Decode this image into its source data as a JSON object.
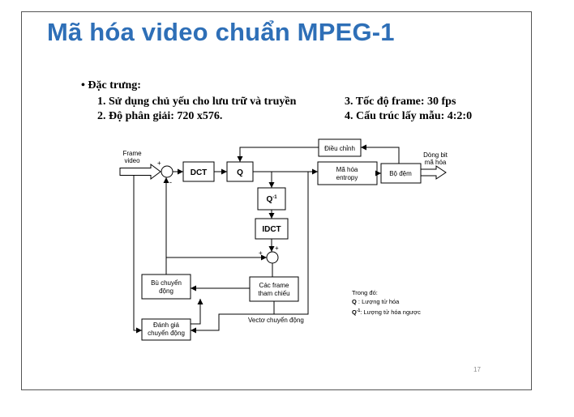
{
  "slide": {
    "title": "Mã hóa video chuẩn MPEG-1",
    "title_color": "#2e6fb7",
    "features": {
      "bullet": "•",
      "heading": "Đặc trưng:",
      "item1": "1. Sử dụng chủ yếu cho lưu trữ và truyền",
      "item2": "2. Độ phân giải: 720 x576.",
      "item3": "3. Tốc độ frame: 30 fps",
      "item4": "4. Cấu trúc lấy mẫu: 4:2:0"
    },
    "page_number": "17"
  },
  "diagram": {
    "input_label_1": "Frame",
    "input_label_2": "video",
    "output_label_1": "Dòng bit",
    "output_label_2": "mã hóa",
    "sum1_plus": "+",
    "sum1_minus": "-",
    "sum2_plus_left": "+",
    "sum2_plus_bottom": "+",
    "dct": "DCT",
    "q": "Q",
    "iq_main": "Q",
    "iq_sup": "-1",
    "idct": "IDCT",
    "entropy_1": "Mã hóa",
    "entropy_2": "entropy",
    "buffer": "Bộ đệm",
    "rate_control": "Điều chỉnh",
    "ref_frames_1": "Các frame",
    "ref_frames_2": "tham chiếu",
    "mc_1": "Bù chuyển",
    "mc_2": "động",
    "me_1": "Đánh giá",
    "me_2": "chuyển động",
    "mv_label": "Vectơ chuyển động",
    "legend": {
      "title": "Trong đó:",
      "q_key": "Q",
      "q_desc": " : Lượng tử hóa",
      "iq_key": "Q",
      "iq_sup": "-1",
      "iq_desc": ": Lượng tử hóa ngược"
    }
  }
}
